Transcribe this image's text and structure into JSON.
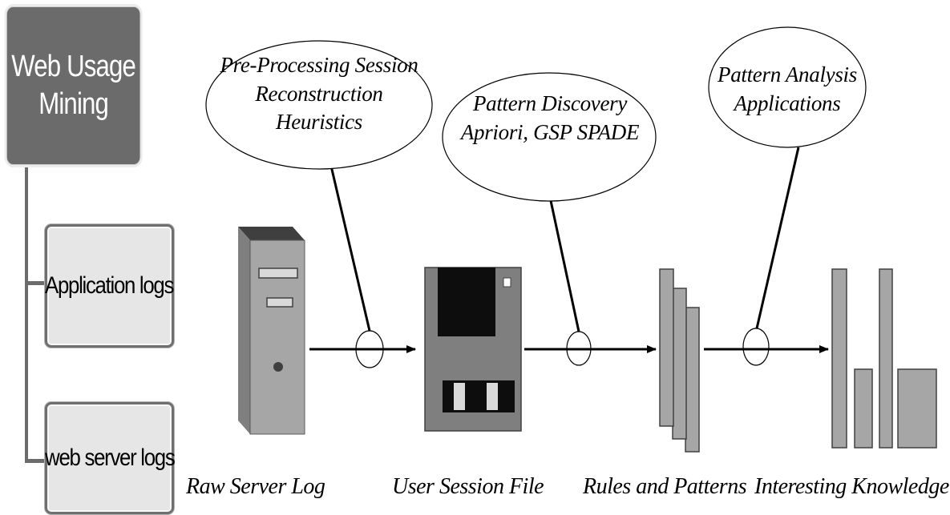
{
  "tree": {
    "root_label_line1": "Web Usage",
    "root_label_line2": "Mining",
    "children": [
      {
        "label": "Application logs"
      },
      {
        "label": "web server logs"
      }
    ]
  },
  "process": {
    "stages": [
      {
        "label": "Raw Server Log",
        "icon": "server-tower-icon"
      },
      {
        "label": "User Session File",
        "icon": "floppy-disk-icon"
      },
      {
        "label": "Rules and Patterns",
        "icon": "stacked-pages-icon"
      },
      {
        "label": "Interesting Knowledge",
        "icon": "bar-graph-icon"
      }
    ],
    "steps": [
      {
        "lines": [
          "Pre-Processing Session",
          "Reconstruction",
          "Heuristics"
        ]
      },
      {
        "lines": [
          "Pattern Discovery",
          "Apriori, GSP SPADE"
        ]
      },
      {
        "lines": [
          "Pattern Analysis",
          "Applications"
        ]
      }
    ]
  },
  "colors": {
    "tree_dark": "#6b6b6b",
    "child_fill": "#e6e6e6",
    "icon_dark": "#595959",
    "icon_mid": "#a6a6a6",
    "icon_light": "#d9d9d9",
    "line": "#000000"
  }
}
